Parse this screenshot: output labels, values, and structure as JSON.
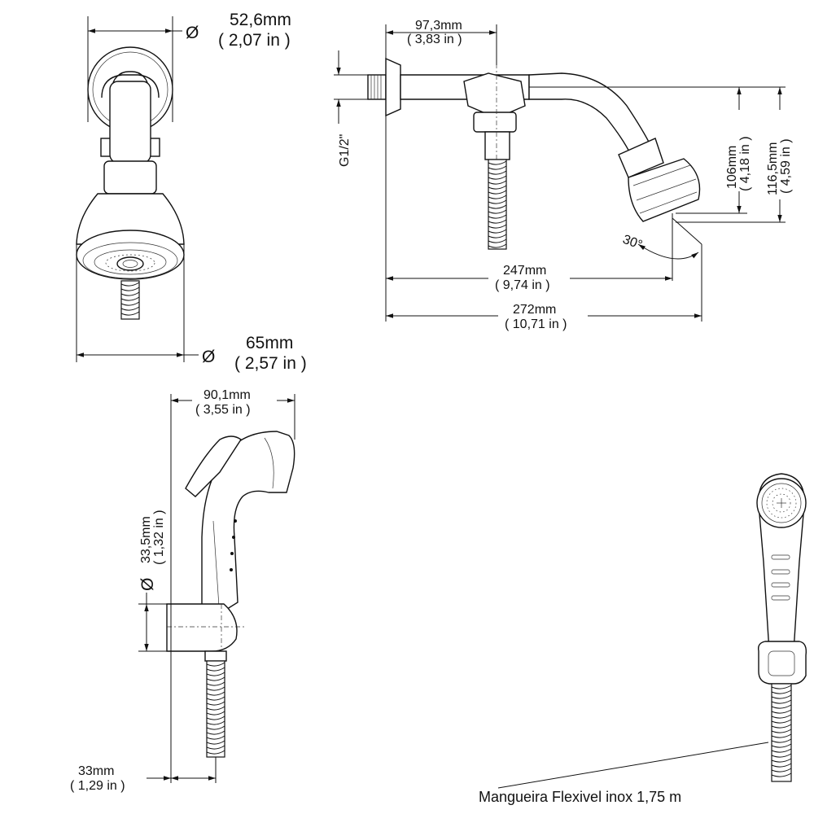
{
  "dimensions": {
    "top_diameter_mm": "52,6mm",
    "top_diameter_in": "( 2,07 in )",
    "head_diameter_mm": "65mm",
    "head_diameter_in": "( 2,57 in )",
    "arm_offset_mm": "97,3mm",
    "arm_offset_in": "( 3,83 in )",
    "thread": "G1/2\"",
    "height_mm": "106mm",
    "height_in": "( 4,18 in )",
    "height2_mm": "116,5mm",
    "height2_in": "( 4,59 in )",
    "angle": "30°",
    "reach_mm": "247mm",
    "reach_in": "( 9,74 in )",
    "total_mm": "272mm",
    "total_in": "( 10,71 in )",
    "handset_width_mm": "90,1mm",
    "handset_width_in": "( 3,55 in )",
    "holder_mm": "33,5mm",
    "holder_in": "( 1,32 in )",
    "holder_diameter_symbol": "Ø",
    "base_mm": "33mm",
    "base_in": "( 1,29 in )"
  },
  "symbols": {
    "diameter": "Ø"
  },
  "caption": "Mangueira Flexivel inox 1,75 m"
}
